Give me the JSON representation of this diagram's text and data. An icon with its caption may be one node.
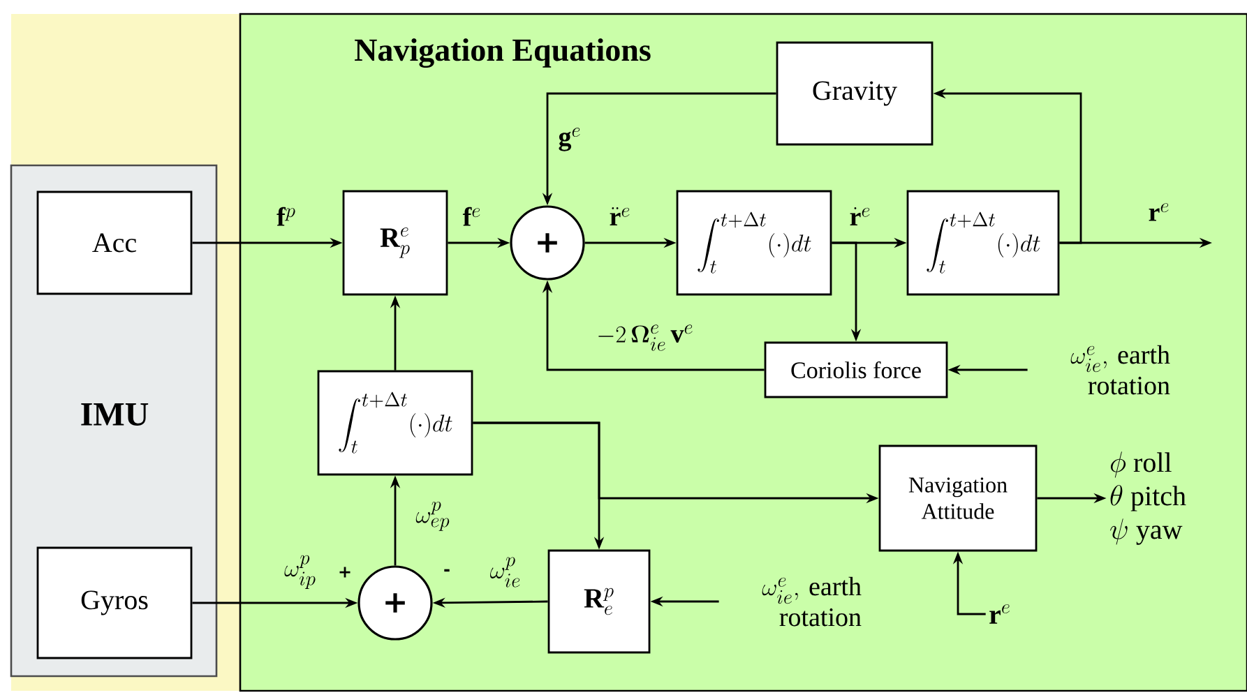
{
  "diagram": {
    "nodes": [
      {
        "text": [
          "IMU"
        ]
      },
      {
        "text": [
          "Acc"
        ],
        "in": 0
      },
      {
        "text": [
          "Gyros"
        ],
        "in": 0
      },
      {
        "text": [
          "Navigation Equations"
        ]
      },
      {
        "text": [
          "Gravity"
        ],
        "in": 3
      },
      {
        "text": [
          "\\mathbf{R}^e_p"
        ],
        "in": 3
      },
      {
        "text": [
          "+"
        ],
        "in": 3
      },
      {
        "text": [
          "\\int_t^{t+\\Delta t}(\\cdot)dt"
        ],
        "in": 3
      },
      {
        "text": [
          "\\int_t^{t+\\Delta t}(\\cdot)dt"
        ],
        "in": 3
      },
      {
        "text": [
          "Coriolis force"
        ],
        "in": 3
      },
      {
        "text": [
          "\\omega^e_{ie},",
          "earth rotation"
        ],
        "in": 3
      },
      {
        "text": [
          "\\int_t^{t+\\Delta t}(\\cdot)dt"
        ],
        "in": 3
      },
      {
        "text": [
          "Navigation Attitude"
        ],
        "in": 3
      },
      {
        "text": [
          "\\phi\\ \\textrm{roll}",
          "\\theta\\ \\textrm{pitch}",
          "\\psi\\ \\textrm{yaw}"
        ],
        "in": 3
      },
      {
        "text": [
          "+"
        ],
        "in": 3,
        "beside": [
          "+",
          "-"
        ]
      },
      {
        "text": [
          "\\mathbf{R}^p_e"
        ],
        "in": 3
      },
      {
        "text": [
          "\\omega^e_{ie},",
          "earth rotation"
        ],
        "in": 3
      },
      {
        "text": [
          "\\mathbf{r}^e"
        ],
        "in": 3
      }
    ],
    "edges": [
      {
        "from": 1,
        "to": 5,
        "arrow": "to",
        "label": "\\mathbf{f}^p"
      },
      {
        "from": 5,
        "to": 6,
        "arrow": "to",
        "label": "\\mathbf{f}^e"
      },
      {
        "from": 6,
        "to": 7,
        "arrow": "to",
        "label": "\\ddot{\\mathbf{r}}^e"
      },
      {
        "from": 7,
        "to": 8,
        "arrow": "to",
        "label": "\\dot{\\mathbf{r}}^e"
      },
      {
        "from": 8,
        "to": null,
        "arrow": "to",
        "label": "\\mathbf{r}^e"
      },
      {
        "from": 8,
        "to": 4,
        "arrow": "to"
      },
      {
        "from": 4,
        "to": 6,
        "arrow": "to",
        "label": "\\mathbf{g}^e"
      },
      {
        "from": 7,
        "to": 9,
        "arrow": "to"
      },
      {
        "from": 9,
        "to": 6,
        "arrow": "to",
        "label": "-2\\,\\boldsymbol{\\Omega}^e_{ie}\\,\\mathbf{v}^e"
      },
      {
        "from": 10,
        "to": 9,
        "arrow": "to"
      },
      {
        "from": 2,
        "to": 14,
        "arrow": "to",
        "label": "\\omega^p_{ip}"
      },
      {
        "from": 15,
        "to": 14,
        "arrow": "to",
        "label": "\\omega^p_{ie}"
      },
      {
        "from": 14,
        "to": 11,
        "arrow": "to",
        "label": "\\omega^p_{ep}"
      },
      {
        "from": 11,
        "to": 5,
        "arrow": "to"
      },
      {
        "from": 11,
        "to": 15,
        "arrow": "to"
      },
      {
        "from": 11,
        "to": 12,
        "arrow": "to"
      },
      {
        "from": 16,
        "to": 15,
        "arrow": "to"
      },
      {
        "from": 17,
        "to": 12,
        "arrow": "to"
      },
      {
        "from": 12,
        "to": 13,
        "arrow": "to"
      }
    ]
  }
}
